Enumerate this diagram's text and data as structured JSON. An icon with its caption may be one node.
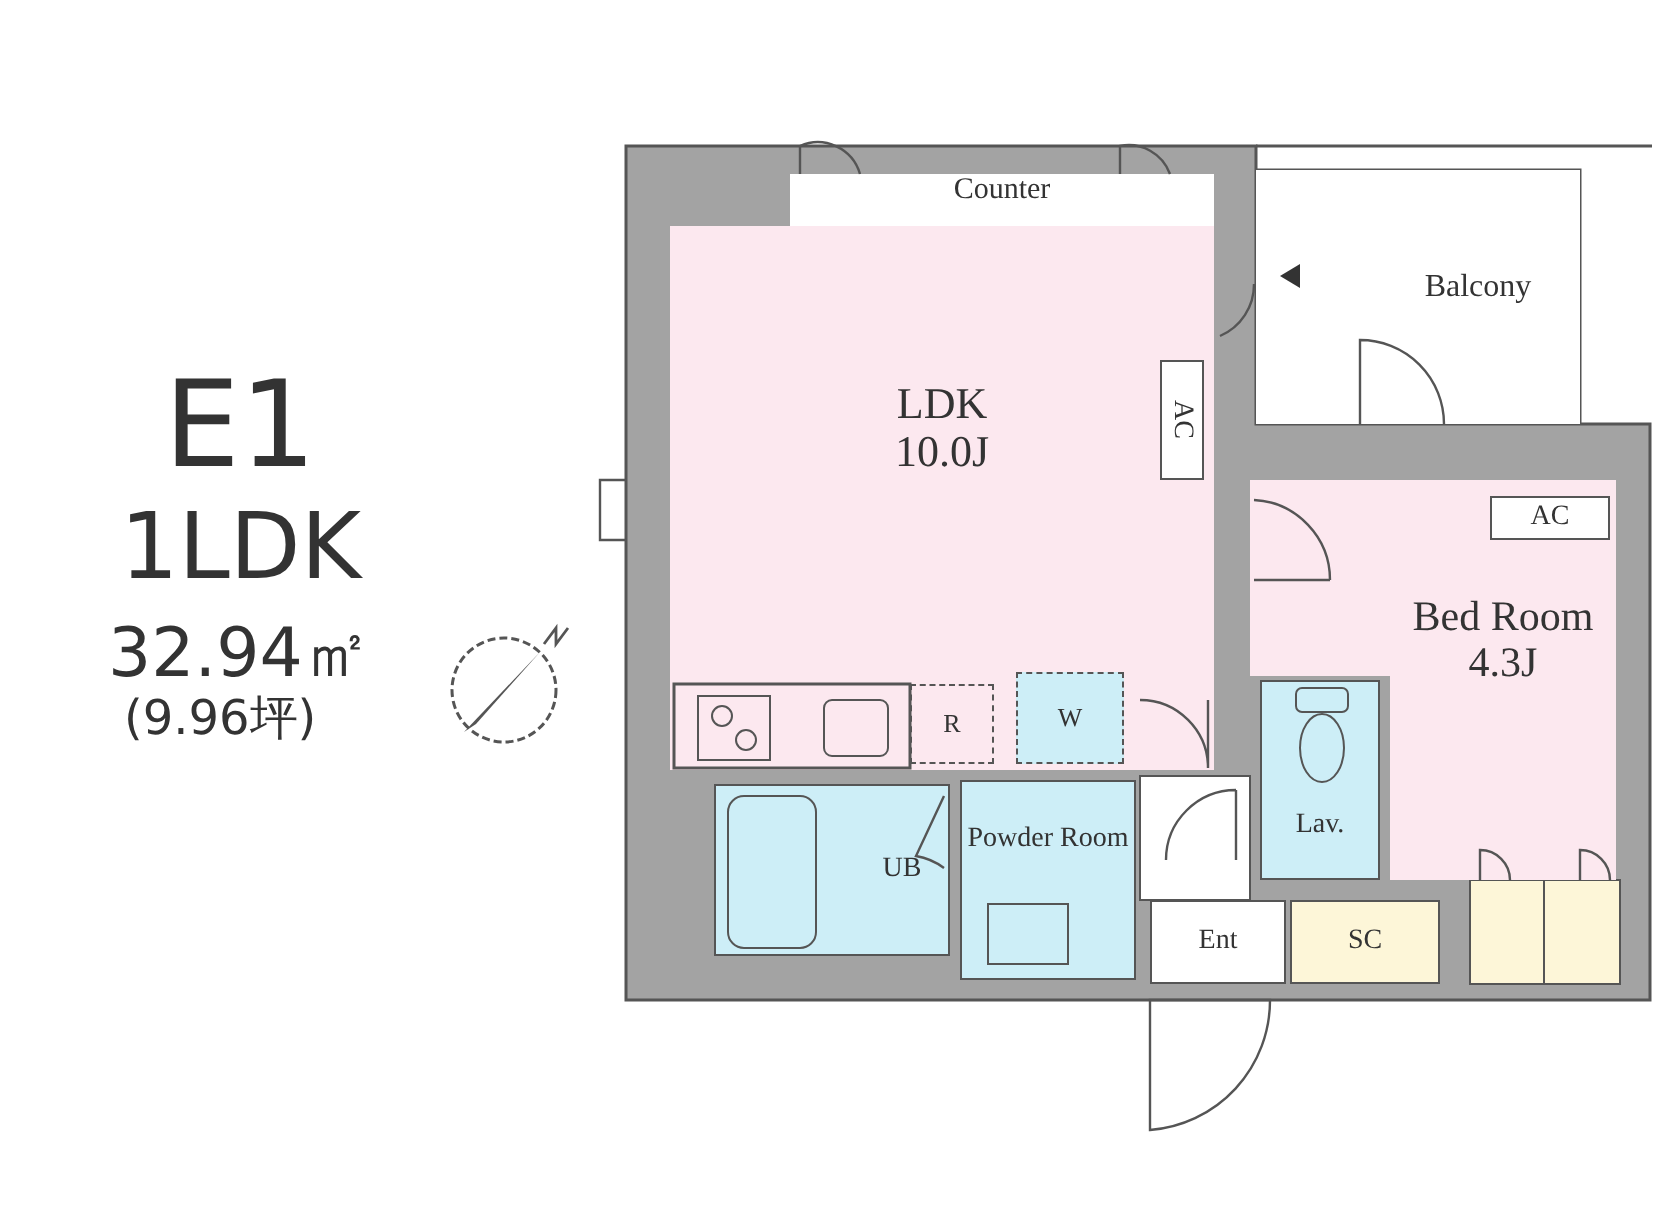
{
  "diagram": {
    "nodes": [
      {
        "text": [
          "Counter"
        ]
      },
      {
        "text": [
          "Balcony"
        ]
      },
      {
        "text": [
          "LDK",
          "10.0J"
        ]
      },
      {
        "text": [
          "AC"
        ],
        "in": 2
      },
      {
        "text": [
          "Bed Room",
          "4.3J"
        ]
      },
      {
        "text": [
          "AC"
        ],
        "in": 4
      },
      {
        "text": [
          "R"
        ],
        "in": 2
      },
      {
        "text": [
          "Powder Room"
        ]
      },
      {
        "text": [
          "W"
        ],
        "in": 2
      },
      {
        "text": [
          "UB"
        ]
      },
      {
        "text": [
          "Lav."
        ]
      },
      {
        "text": [
          "Ent"
        ]
      },
      {
        "text": [
          "SC"
        ]
      }
    ],
    "labels": [
      "E1",
      "1LDK",
      "32.94㎡",
      "(9.96坪)"
    ]
  }
}
